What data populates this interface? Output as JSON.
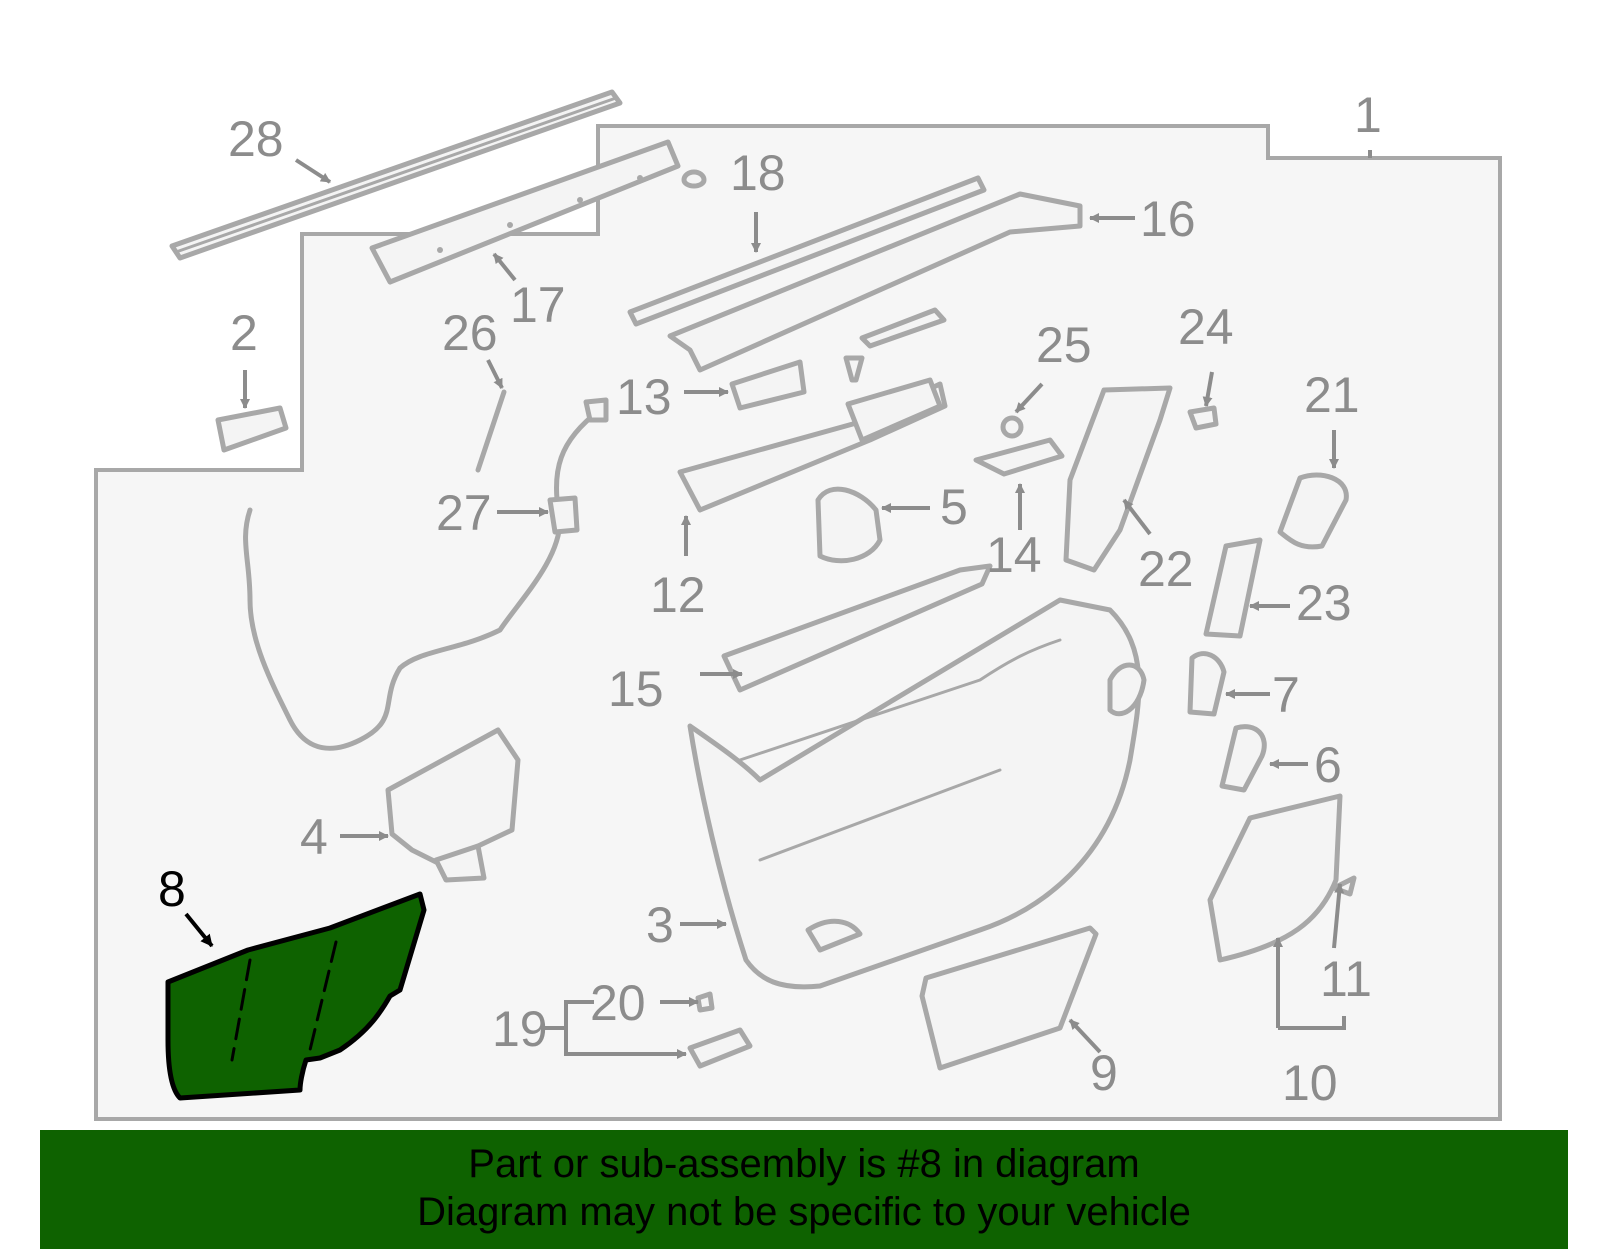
{
  "diagram": {
    "highlight_color": "#0e6200",
    "highlighted_part": "8",
    "labels": {
      "l1": "1",
      "l2": "2",
      "l3": "3",
      "l4": "4",
      "l5": "5",
      "l6": "6",
      "l7": "7",
      "l8": "8",
      "l9": "9",
      "l10": "10",
      "l11": "11",
      "l12": "12",
      "l13": "13",
      "l14": "14",
      "l15": "15",
      "l16": "16",
      "l17": "17",
      "l18": "18",
      "l19": "19",
      "l20": "20",
      "l21": "21",
      "l22": "22",
      "l23": "23",
      "l24": "24",
      "l25": "25",
      "l26": "26",
      "l27": "27",
      "l28": "28"
    }
  },
  "banner": {
    "line1": "Part or sub-assembly is #8 in diagram",
    "line2": "Diagram may not be specific to your vehicle",
    "background": "#0e6200"
  }
}
